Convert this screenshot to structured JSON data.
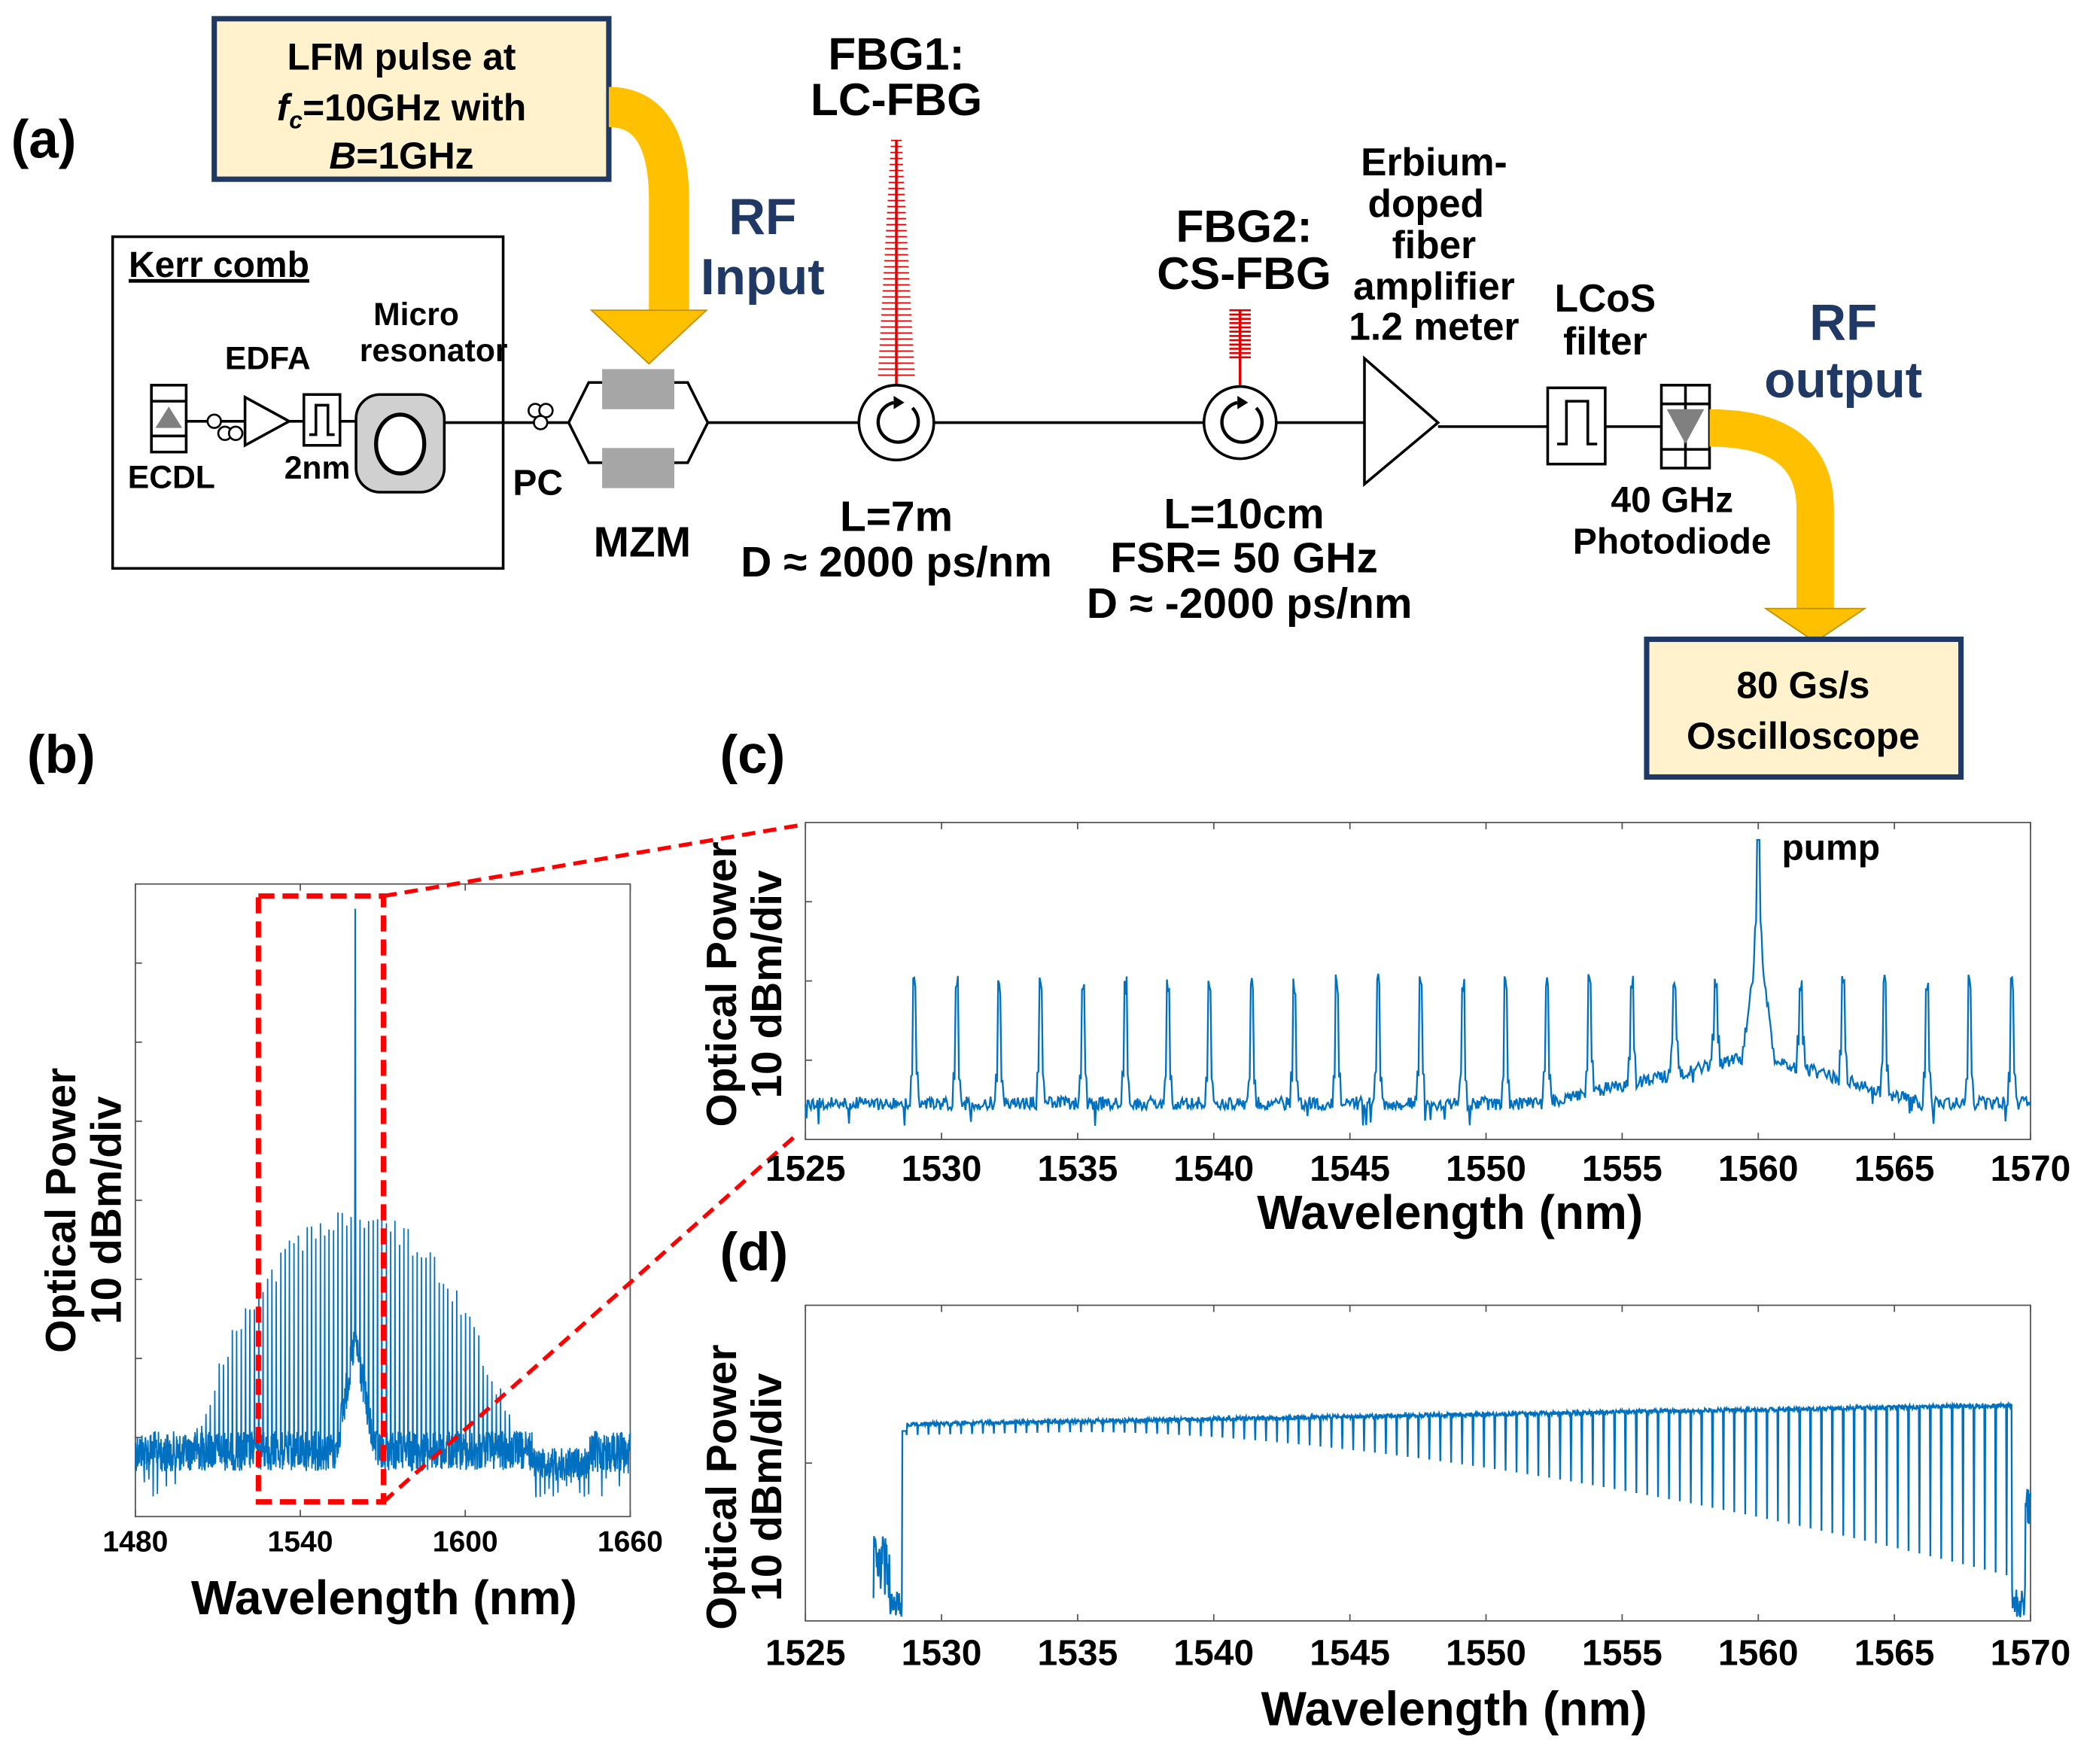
{
  "panel_a": {
    "label": "(a)",
    "lfm_box": {
      "line1": "LFM pulse at",
      "line2_sym": "f",
      "line2_sub": "c",
      "line2_rest": "=10GHz with",
      "line3_sym": "B",
      "line3_rest": "=1GHz"
    },
    "kerr_comb": "Kerr comb",
    "edfa": "EDFA",
    "ecdl": "ECDL",
    "filter_2nm": "2nm",
    "microresonator_1": "Micro",
    "microresonator_2": "resonator",
    "pc": "PC",
    "mzm": "MZM",
    "rf_input_1": "RF",
    "rf_input_2": "Input",
    "fbg1_1": "FBG1:",
    "fbg1_2": "LC-FBG",
    "fbg1_L": "L=7m",
    "fbg1_D": "D ≈ 2000 ps/nm",
    "fbg2_1": "FBG2:",
    "fbg2_2": "CS-FBG",
    "fbg2_L": "L=10cm",
    "fbg2_FSR": "FSR= 50 GHz",
    "fbg2_D": "D ≈ -2000 ps/nm",
    "edfa2_1": "Erbium-",
    "edfa2_2": "doped",
    "edfa2_3": "fiber",
    "edfa2_4": "amplifier",
    "edfa2_5": "1.2 meter",
    "lcos_1": "LCoS",
    "lcos_2": "filter",
    "pd_1": "40 GHz",
    "pd_2": "Photodiode",
    "rf_output_1": "RF",
    "rf_output_2": "output",
    "osc_1": "80 Gs/s",
    "osc_2": "Oscilloscope"
  },
  "colors": {
    "accent": "#ffc000",
    "box_fill": "#fff2cc",
    "box_border": "#1f3864",
    "trace": "#0070c0",
    "highlight": "#ff0000"
  },
  "chart_data": [
    {
      "panel": "(b)",
      "type": "line",
      "xlabel": "Wavelength (nm)",
      "ylabel_1": "Optical Power",
      "ylabel_2": "10 dBm/div",
      "xlim": [
        1480,
        1660
      ],
      "xticks": [
        1480,
        1540,
        1600,
        1660
      ],
      "pump_nm": 1560,
      "comb_spacing_nm": 1.6,
      "zoom_box_nm": [
        1525,
        1570
      ]
    },
    {
      "panel": "(c)",
      "type": "line",
      "xlabel": "Wavelength (nm)",
      "ylabel_1": "Optical Power",
      "ylabel_2": "10 dBm/div",
      "xlim": [
        1525,
        1570
      ],
      "xticks": [
        1525,
        1530,
        1535,
        1540,
        1545,
        1550,
        1555,
        1560,
        1565,
        1570
      ],
      "annotation": "pump",
      "pump_nm": 1560,
      "line_spacing_nm": 1.55
    },
    {
      "panel": "(d)",
      "type": "line",
      "xlabel": "Wavelength (nm)",
      "ylabel_1": "Optical Power",
      "ylabel_2": "10 dBm/div",
      "xlim": [
        1525,
        1570
      ],
      "xticks": [
        1525,
        1530,
        1535,
        1540,
        1545,
        1550,
        1555,
        1560,
        1565,
        1570
      ],
      "passband_nm": [
        1528.7,
        1569.3
      ],
      "notch_spacing_nm": 0.4
    }
  ]
}
